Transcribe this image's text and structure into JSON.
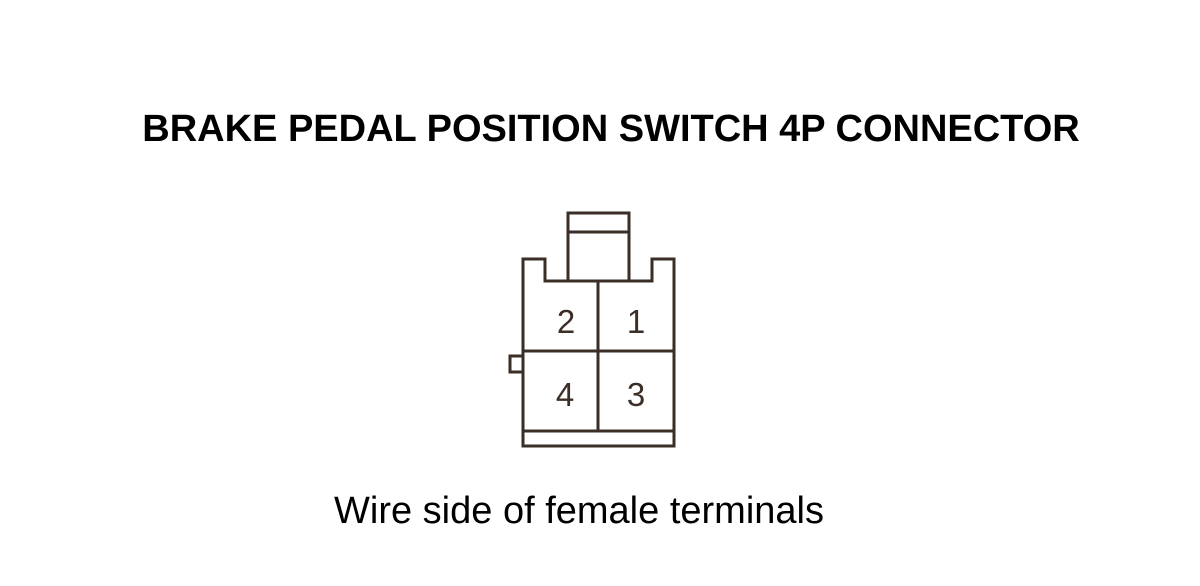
{
  "diagram": {
    "title": "BRAKE PEDAL POSITION SWITCH 4P CONNECTOR",
    "caption": "Wire side of female terminals",
    "colors": {
      "line": "#3a2e27",
      "text": "#000000",
      "background": "#ffffff"
    },
    "pins": [
      {
        "id": "pin-2",
        "label": "2"
      },
      {
        "id": "pin-1",
        "label": "1"
      },
      {
        "id": "pin-4",
        "label": "4"
      },
      {
        "id": "pin-3",
        "label": "3"
      }
    ]
  }
}
